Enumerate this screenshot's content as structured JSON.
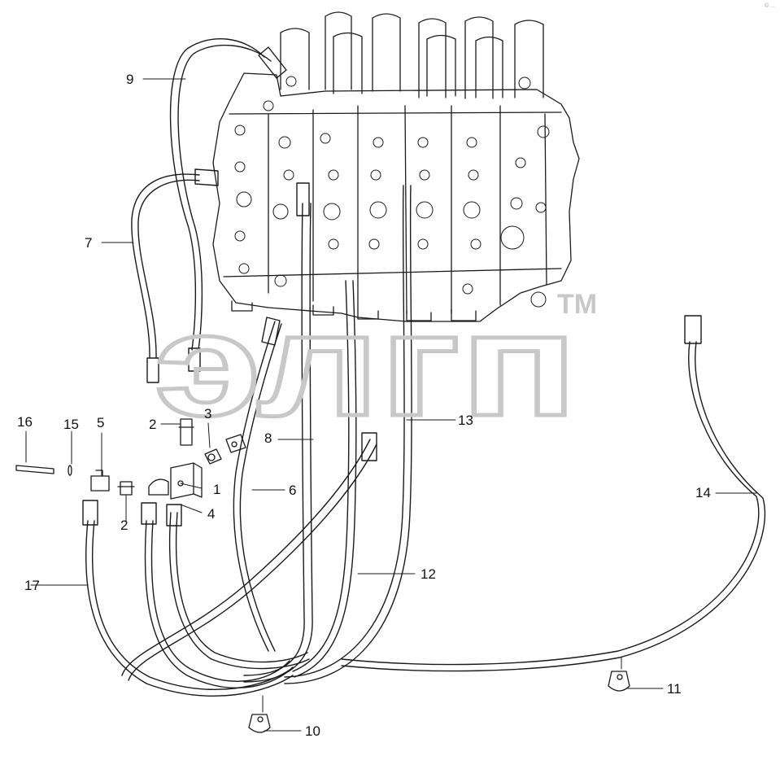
{
  "watermark": {
    "text": "элгп",
    "mark": "TM"
  },
  "corner_text": "© ...",
  "callouts": [
    {
      "id": "c1",
      "label": "1"
    },
    {
      "id": "c2a",
      "label": "2"
    },
    {
      "id": "c2b",
      "label": "2"
    },
    {
      "id": "c3",
      "label": "3"
    },
    {
      "id": "c4",
      "label": "4"
    },
    {
      "id": "c5",
      "label": "5"
    },
    {
      "id": "c6",
      "label": "6"
    },
    {
      "id": "c7",
      "label": "7"
    },
    {
      "id": "c8",
      "label": "8"
    },
    {
      "id": "c9",
      "label": "9"
    },
    {
      "id": "c10",
      "label": "10"
    },
    {
      "id": "c11",
      "label": "11"
    },
    {
      "id": "c12",
      "label": "12"
    },
    {
      "id": "c13",
      "label": "13"
    },
    {
      "id": "c14",
      "label": "14"
    },
    {
      "id": "c15",
      "label": "15"
    },
    {
      "id": "c16",
      "label": "16"
    },
    {
      "id": "c17",
      "label": "17"
    }
  ],
  "colors": {
    "line": "#1a1a1a",
    "watermark": "#c8c8c8",
    "background": "#ffffff"
  }
}
